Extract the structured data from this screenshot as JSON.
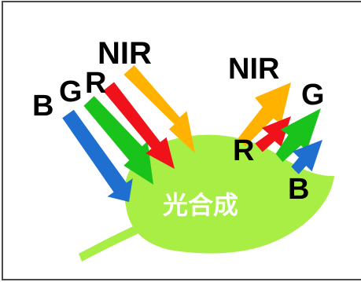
{
  "diagram": {
    "leaf_label": "光合成",
    "incoming": [
      {
        "label": "B",
        "color": "#1f6fd0"
      },
      {
        "label": "G",
        "color": "#19c31c"
      },
      {
        "label": "R",
        "color": "#f0121a"
      },
      {
        "label": "NIR",
        "color": "#ffb300"
      }
    ],
    "reflected": [
      {
        "label": "NIR",
        "color": "#ffb300"
      },
      {
        "label": "R",
        "color": "#f0121a"
      },
      {
        "label": "G",
        "color": "#19c31c"
      },
      {
        "label": "B",
        "color": "#1f6fd0"
      }
    ],
    "colors": {
      "leaf": "#a8ee45",
      "frame": "#4a4a4a",
      "text": "#000000",
      "leaf_text": "#ffffff"
    }
  }
}
